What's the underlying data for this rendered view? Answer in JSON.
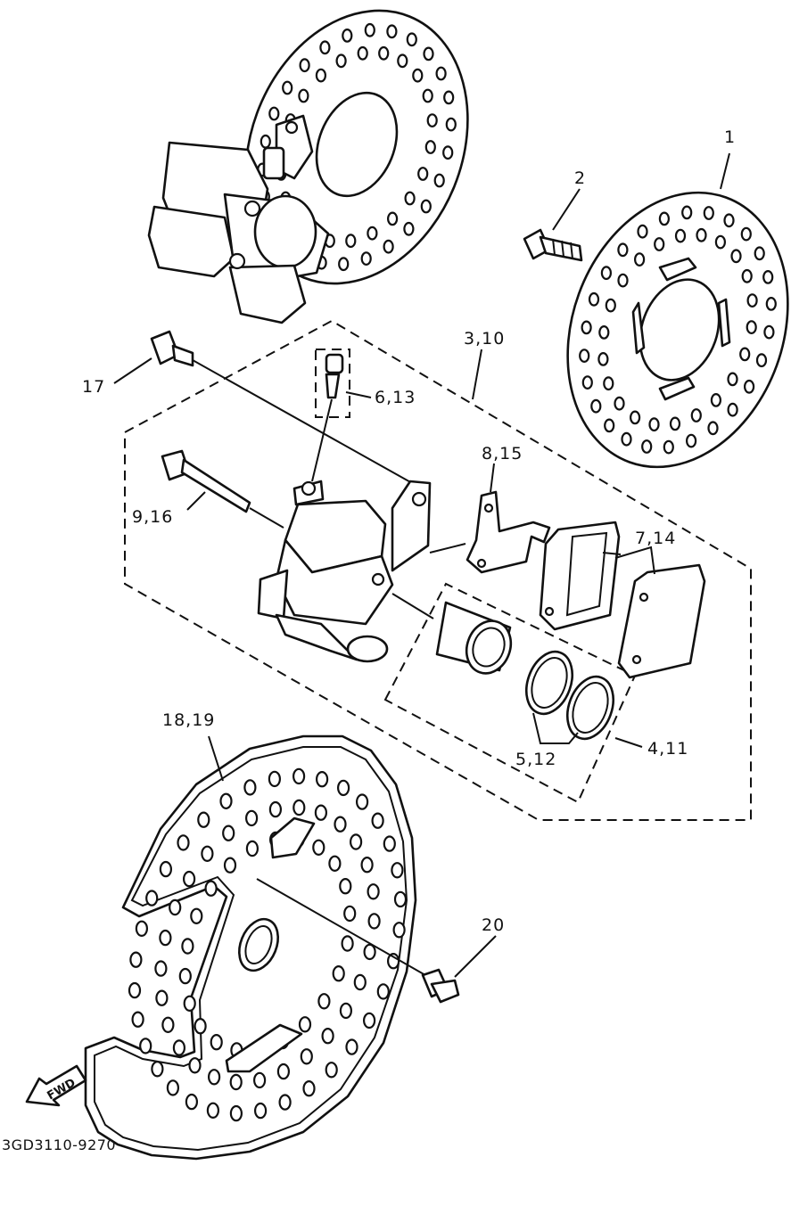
{
  "labels": {
    "p1": "1",
    "p2": "2",
    "p3": "3,10",
    "p4": "4,11",
    "p5": "5,12",
    "p6": "6,13",
    "p7": "7,14",
    "p8": "8,15",
    "p9": "9,16",
    "p17": "17",
    "p18": "18,19",
    "p20": "20"
  },
  "fwd_marker": "FWD",
  "diagram_code": "3GD3110-9270"
}
